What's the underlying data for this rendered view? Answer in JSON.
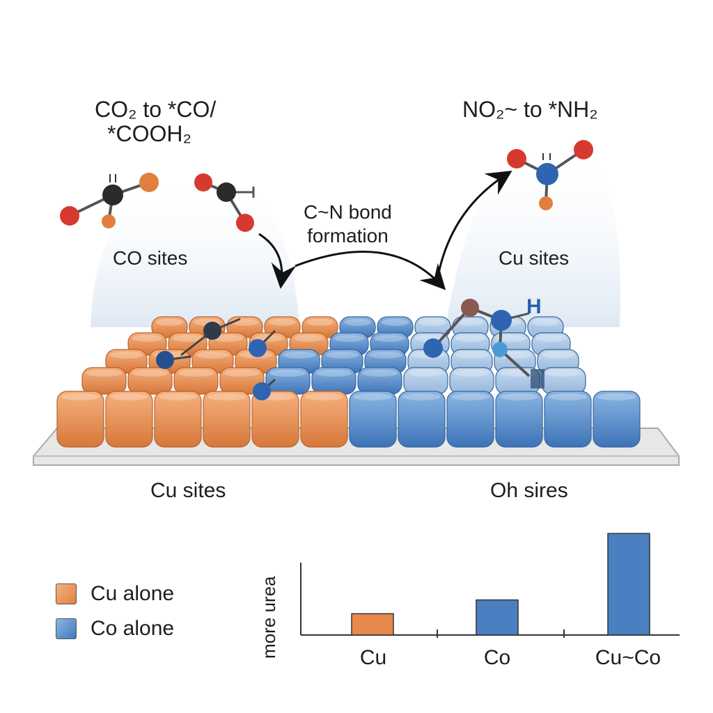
{
  "diagram": {
    "title_left": [
      "CO₂ to *CO/",
      "*COOH₂"
    ],
    "title_right": "NO₂~ to *NH₂",
    "label_co_sites": "CO sites",
    "label_cu_sites_top": "Cu sites",
    "label_cn_bond": [
      "C~N bond",
      "formation"
    ],
    "label_cu_sites_bottom": "Cu sites",
    "label_oh_sites": "Oh sires",
    "label_h": "H"
  },
  "legend": [
    {
      "label": "Cu alone",
      "color": "#e8894c"
    },
    {
      "label": "Co alone",
      "color": "#4a80c2"
    }
  ],
  "colors": {
    "cu": "#e8894c",
    "co": "#4a80c2",
    "oxygen": "#d63a2e",
    "carbon": "#333333",
    "nitrogen": "#2f64b3"
  },
  "chart_data": {
    "type": "bar",
    "categories": [
      "Cu",
      "Co",
      "Cu~Co"
    ],
    "values": [
      0.17,
      0.28,
      0.81
    ],
    "colors": [
      "#e8894c",
      "#4a80c2",
      "#4a80c2"
    ],
    "ylabel": "more urea",
    "xlabel": "",
    "ylim": [
      0,
      1
    ]
  }
}
